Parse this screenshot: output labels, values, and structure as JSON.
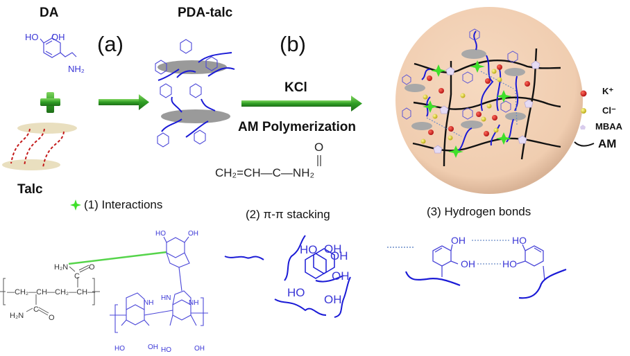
{
  "labels": {
    "da": "DA",
    "pda_talc": "PDA-talc",
    "panel_a": "(a)",
    "panel_b": "(b)",
    "kcl": "KCl",
    "am_polymerization": "AM Polymerization",
    "talc": "Talc",
    "interactions": "(1) Interactions",
    "pi_stacking": "(2) π-π stacking",
    "hydrogen_bonds": "(3) Hydrogen bonds"
  },
  "acrylamide_formula": {
    "o": "O",
    "ch2": "CH₂=CH—C—NH₂"
  },
  "dopamine": {
    "ho": "HO",
    "oh": "OH",
    "nh2": "NH₂"
  },
  "legend": [
    {
      "key": "k",
      "label": "K⁺",
      "icon": "red-sphere",
      "color": "#d4161a"
    },
    {
      "key": "cl",
      "label": "Cl⁻",
      "icon": "yellow-sphere",
      "color": "#e6d31a"
    },
    {
      "key": "mbaa",
      "label": "MBAA",
      "icon": "pentagon-crosslinker",
      "color": "#d8ccec"
    },
    {
      "key": "am",
      "label": "AM",
      "icon": "chain-curve",
      "color": "#111111"
    }
  ],
  "colors": {
    "arrow_green": "#3aa82a",
    "molecule_blue": "#3a36d6",
    "chain_blue": "#1a1ad6",
    "talc_sheet": "#e9dfbf",
    "talc_bond": "#c41a1a",
    "pda_sheet": "#9a9a9a",
    "hydrogel_bg": "#f3d2b6",
    "interaction_line": "#55d44a"
  },
  "pam_structure": {
    "h2n_top": "H₂N",
    "o_top": "O",
    "c_top": "C",
    "backbone": "—CH₂—CH—CH₂—CH—",
    "h2n_bottom": "H₂N",
    "c_bottom": "C",
    "o_bottom": "O"
  },
  "pda_structure": {
    "ho": "HO",
    "oh": "OH",
    "hn": "HN",
    "nh": "NH"
  },
  "hbond_structure": {
    "oh": "OH",
    "ho": "HO"
  }
}
